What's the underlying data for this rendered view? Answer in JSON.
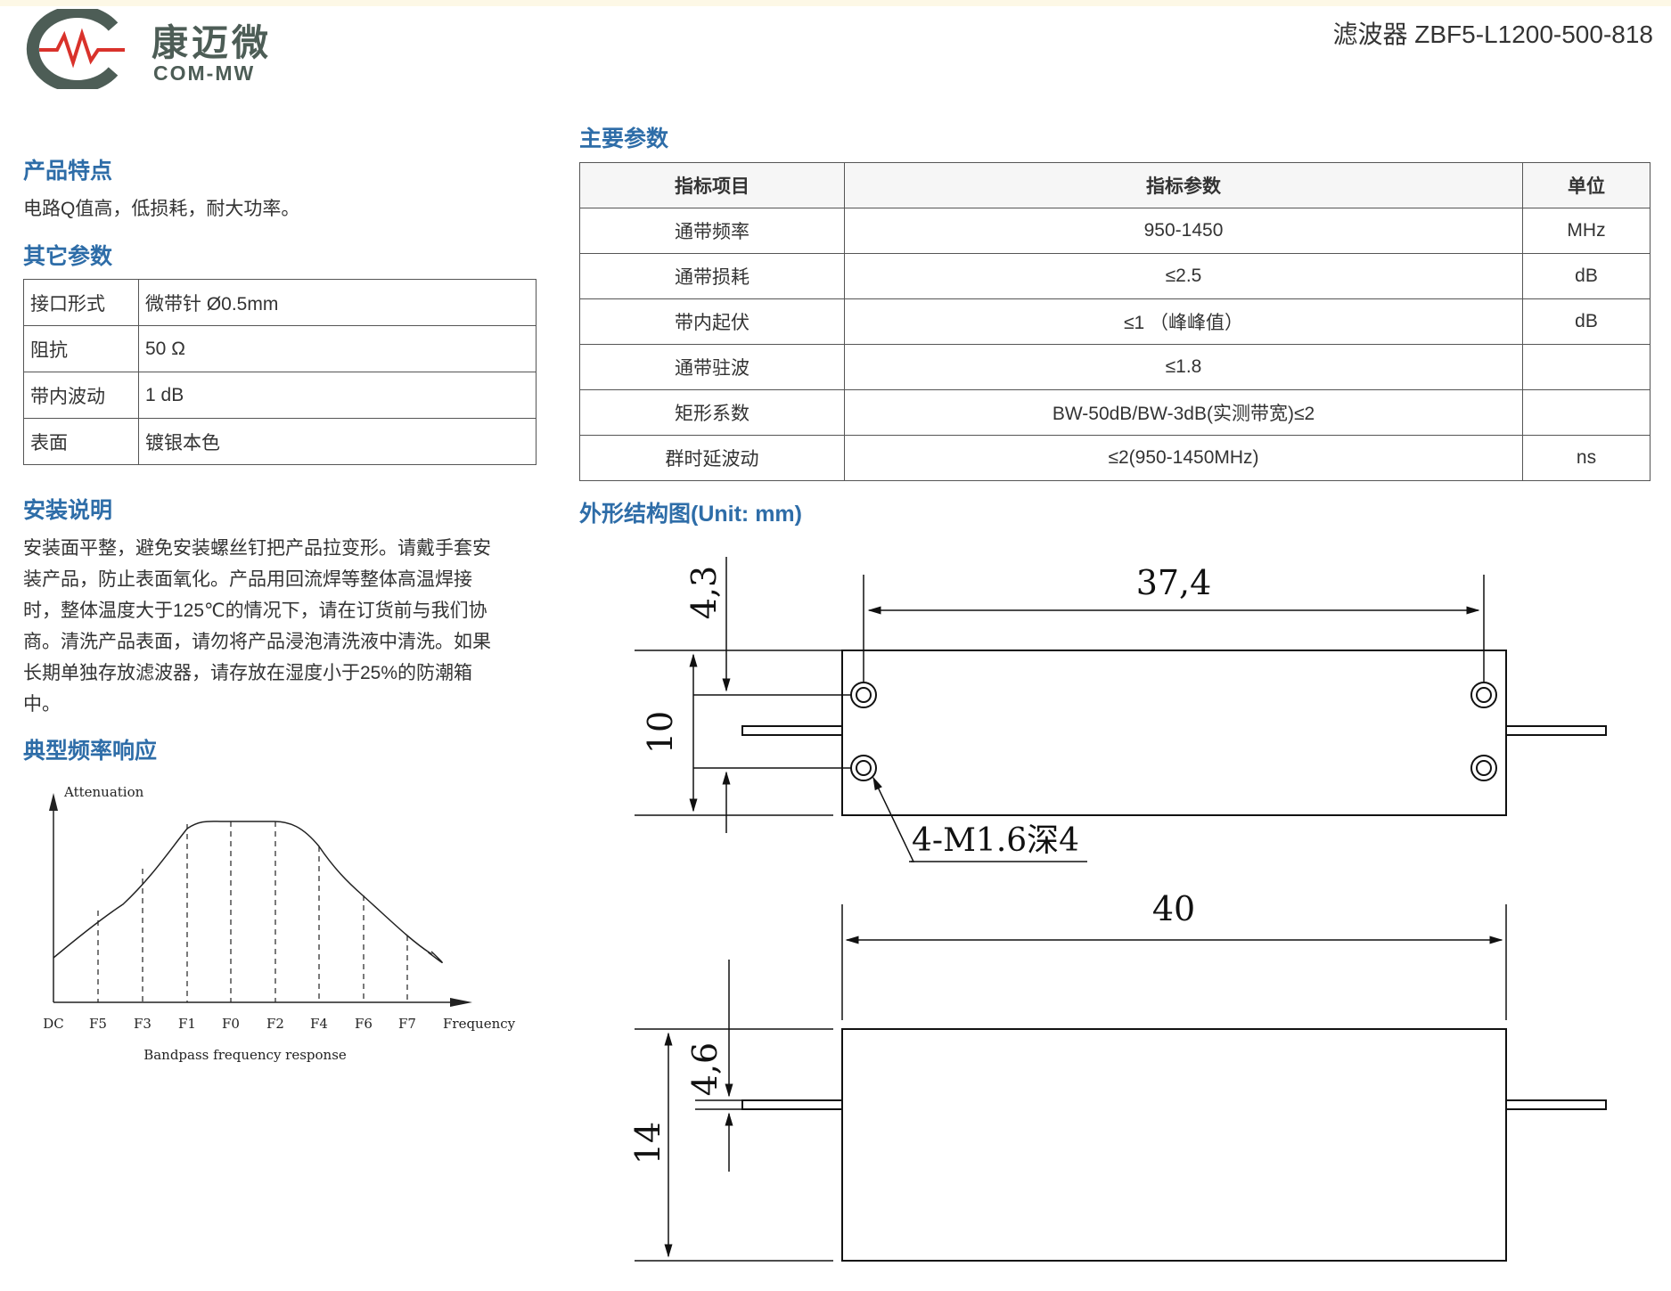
{
  "header": {
    "logo_cn": "康迈微",
    "logo_en": "COM-MW",
    "product_title": "滤波器 ZBF5-L1200-500-818",
    "brand_colors": {
      "primary": "#2e6da8",
      "logo_ring": "#4d5d56",
      "logo_red": "#d9322b"
    }
  },
  "features": {
    "title": "产品特点",
    "text": "电路Q值高，低损耗，耐大功率。"
  },
  "other_params": {
    "title": "其它参数",
    "rows": [
      {
        "label": "接口形式",
        "value": "微带针 Ø0.5mm"
      },
      {
        "label": "阻抗",
        "value": "50 Ω"
      },
      {
        "label": "带内波动",
        "value": "1 dB"
      },
      {
        "label": "表面",
        "value": "镀银本色"
      }
    ]
  },
  "install": {
    "title": "安装说明",
    "lines": [
      "安装面平整，避免安装螺丝钉把产品拉变形。请戴手套安",
      "装产品，防止表面氧化。产品用回流焊等整体高温焊接",
      "时，整体温度大于125℃的情况下，请在订货前与我们协",
      "商。清洗产品表面，请勿将产品浸泡清洗液中清洗。如果",
      "长期单独存放滤波器，请存放在湿度小于25%的防潮箱",
      "中。"
    ]
  },
  "response": {
    "title": "典型频率响应",
    "y_label": "Attenuation",
    "x_label": "Frequency",
    "caption": "Bandpass frequency response",
    "ticks": [
      "DC",
      "F5",
      "F3",
      "F1",
      "F0",
      "F2",
      "F4",
      "F6",
      "F7"
    ]
  },
  "main_params": {
    "title": "主要参数",
    "headers": [
      "指标项目",
      "指标参数",
      "单位"
    ],
    "rows": [
      {
        "item": "通带频率",
        "value": "950-1450",
        "unit": "MHz"
      },
      {
        "item": "通带损耗",
        "value": "≤2.5",
        "unit": "dB"
      },
      {
        "item": "带内起伏",
        "value": "≤1 （峰峰值）",
        "unit": "dB"
      },
      {
        "item": "通带驻波",
        "value": "≤1.8",
        "unit": ""
      },
      {
        "item": "矩形系数",
        "value": "BW-50dB/BW-3dB(实测带宽)≤2",
        "unit": ""
      },
      {
        "item": "群时延波动",
        "value": "≤2(950-1450MHz)",
        "unit": "ns"
      }
    ]
  },
  "outline": {
    "title": "外形结构图(Unit: mm)",
    "top_view": {
      "dim_width": "37,4",
      "dim_height": "10",
      "dim_offset": "4,3",
      "hole_note": "4-M1.6深4"
    },
    "side_view": {
      "dim_width": "40",
      "dim_height": "14",
      "dim_pin": "4,6"
    }
  }
}
